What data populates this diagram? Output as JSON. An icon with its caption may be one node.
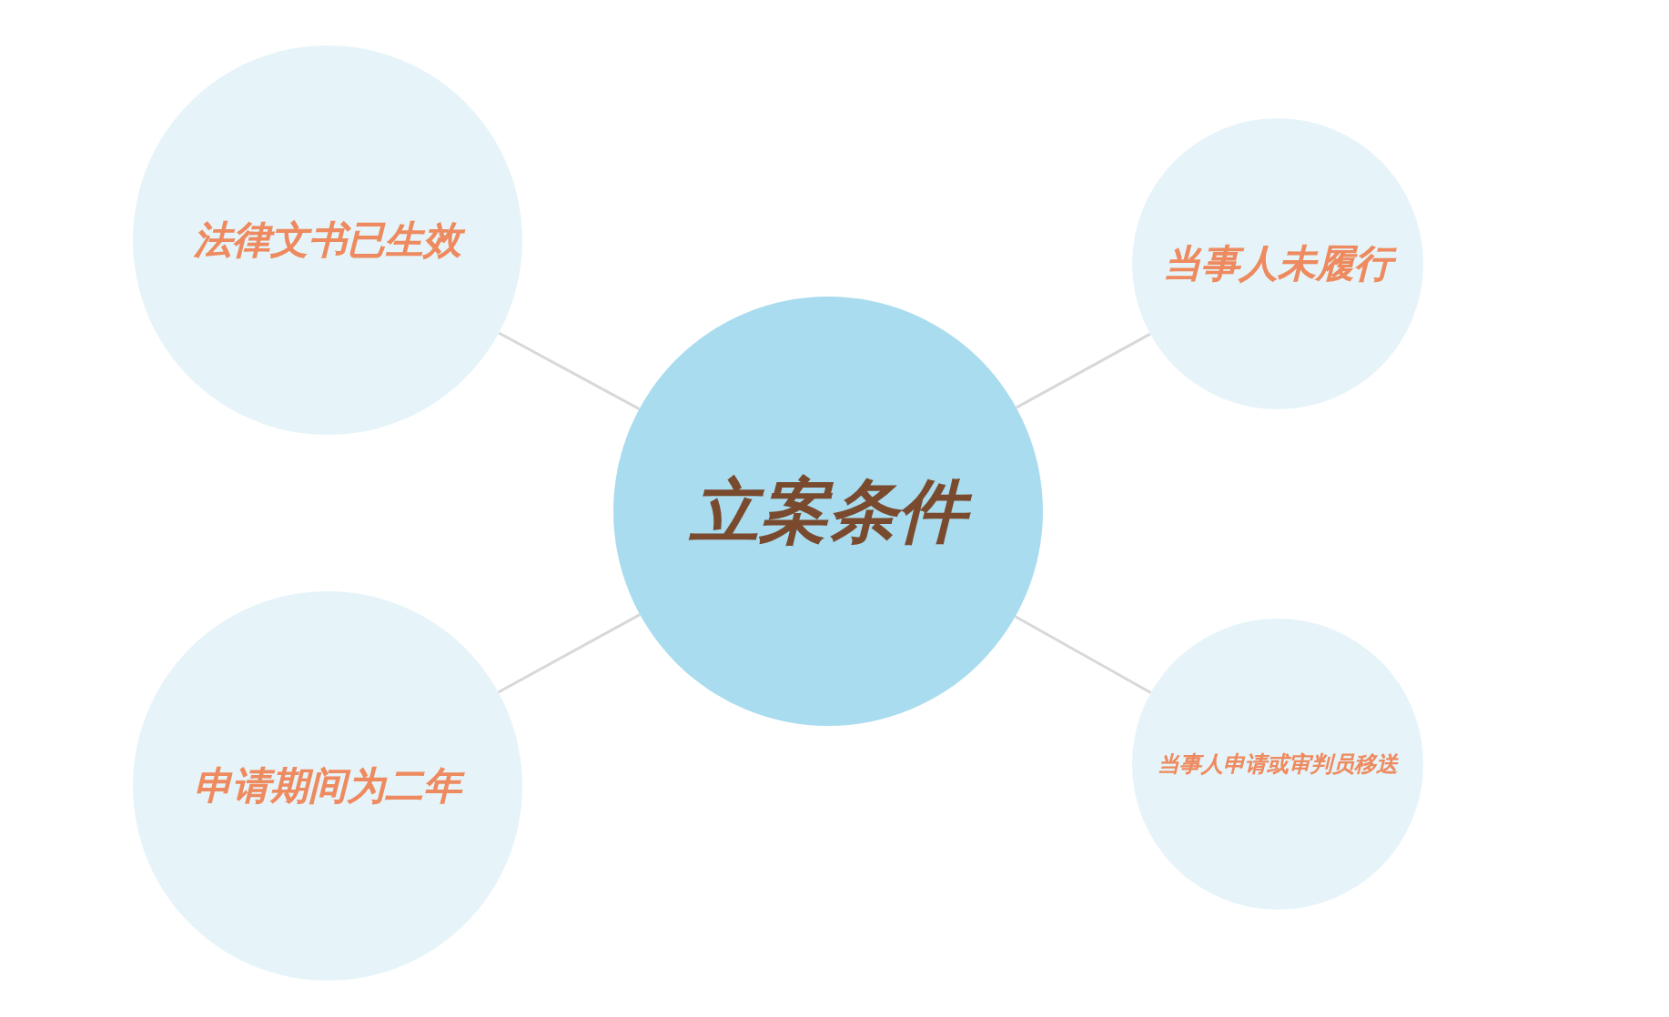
{
  "diagram": {
    "nodes": [
      {
        "text": [
          "立案条件"
        ]
      },
      {
        "text": [
          "法律文书已生效"
        ]
      },
      {
        "text": [
          "当事人未履行"
        ]
      },
      {
        "text": [
          "申请期间为二年"
        ]
      },
      {
        "text": [
          "当事人申请或审判员移送"
        ]
      }
    ],
    "edges": [
      {
        "from": 0,
        "to": 1,
        "arrow": "none"
      },
      {
        "from": 0,
        "to": 2,
        "arrow": "none"
      },
      {
        "from": 0,
        "to": 3,
        "arrow": "none"
      },
      {
        "from": 0,
        "to": 4,
        "arrow": "none"
      }
    ]
  }
}
